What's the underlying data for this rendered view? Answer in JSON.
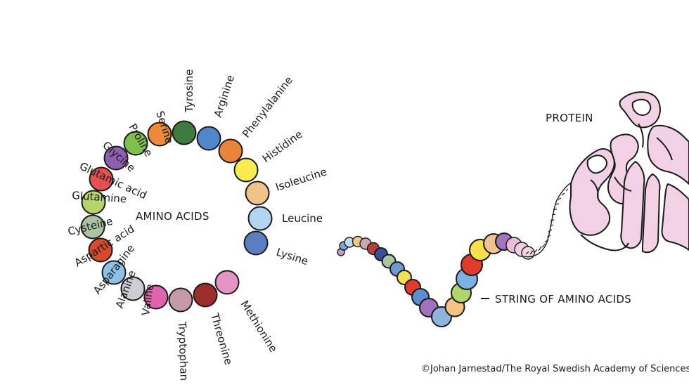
{
  "diagram": {
    "ring_title": "AMINO ACIDS",
    "protein_title": "PROTEIN",
    "string_title": "STRING OF AMINO ACIDS",
    "credit": "©Johan Jarnestad/The Royal Swedish Academy of Sciences",
    "amino_acids": [
      {
        "name": "Lysine",
        "color": "#5b7ec2"
      },
      {
        "name": "Leucine",
        "color": "#b3d6f0"
      },
      {
        "name": "Isoleucine",
        "color": "#f0c487"
      },
      {
        "name": "Histidine",
        "color": "#f8ec54"
      },
      {
        "name": "Phenylalanine",
        "color": "#ea843a"
      },
      {
        "name": "Arginine",
        "color": "#4d88cb"
      },
      {
        "name": "Tyrosine",
        "color": "#3f7a3e"
      },
      {
        "name": "Serine",
        "color": "#ec8a3a"
      },
      {
        "name": "Proline",
        "color": "#7fbf4b"
      },
      {
        "name": "Glycine",
        "color": "#8f5fb1"
      },
      {
        "name": "Glutamic acid",
        "color": "#e55151"
      },
      {
        "name": "Glutamine",
        "color": "#b6d468"
      },
      {
        "name": "Cysteine",
        "color": "#a9c4a3"
      },
      {
        "name": "Aspartic acid",
        "color": "#d94a2c"
      },
      {
        "name": "Asparagine",
        "color": "#8dc1e8"
      },
      {
        "name": "Alanine",
        "color": "#cdcdd3"
      },
      {
        "name": "Valine",
        "color": "#e064ad"
      },
      {
        "name": "Tryptophan",
        "color": "#c59aa5"
      },
      {
        "name": "Threonine",
        "color": "#9b2e2a"
      },
      {
        "name": "Methionine",
        "color": "#e494c3"
      }
    ],
    "chain_colors": [
      "#c79ad0",
      "#7fa4d7",
      "#bcdcf2",
      "#f2c98d",
      "#c9a9a9",
      "#b3413a",
      "#3c4f9c",
      "#a8c7a2",
      "#6b9bd2",
      "#f4e051",
      "#e23c2e",
      "#5b8fcf",
      "#a171bd",
      "#8fb4e0",
      "#f4c483",
      "#b0d66b",
      "#7ab0e4",
      "#e23b2b",
      "#f7e04b",
      "#f0c28c",
      "#a274bd",
      "#e8bdd6",
      "#f0cde2",
      "#f4d5e6"
    ],
    "protein_color": "#f2d1e4",
    "line_color": "#1a1a1a"
  }
}
